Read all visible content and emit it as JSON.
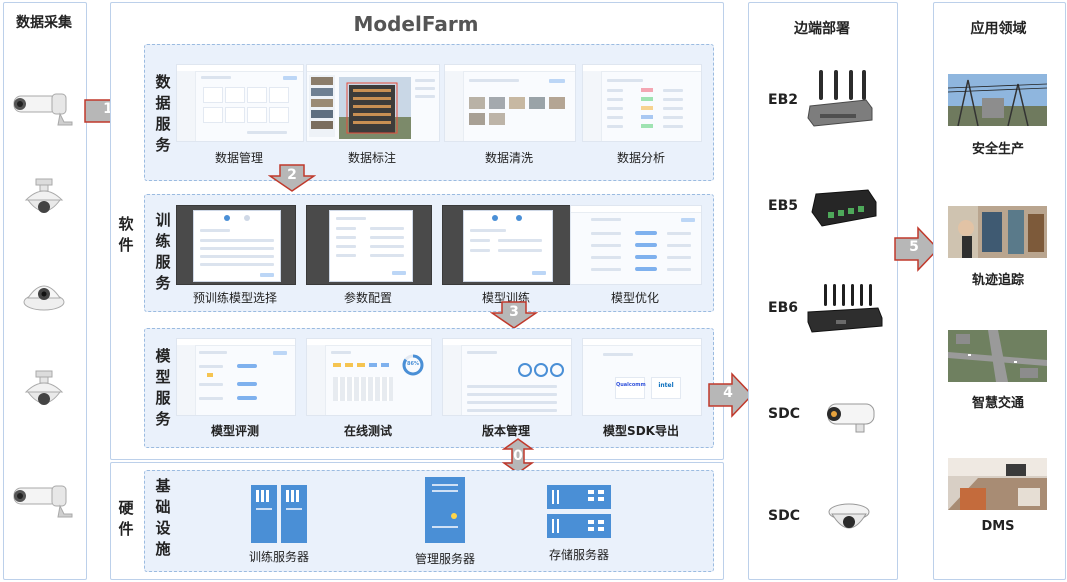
{
  "columns": {
    "data_collection": "数据采集",
    "edge_deploy": "边端部署",
    "application": "应用领域"
  },
  "platform": {
    "title": "ModelFarm",
    "software_label": "软件",
    "hardware_label": "硬件"
  },
  "sections": {
    "data_service": {
      "label": [
        "数",
        "据",
        "服",
        "务"
      ],
      "items": [
        "数据管理",
        "数据标注",
        "数据清洗",
        "数据分析"
      ]
    },
    "train_service": {
      "label": [
        "训",
        "练",
        "服",
        "务"
      ],
      "items": [
        "预训练模型选择",
        "参数配置",
        "模型训练",
        "模型优化"
      ]
    },
    "model_service": {
      "label": [
        "模",
        "型",
        "服",
        "务"
      ],
      "items": [
        "模型评测",
        "在线测试",
        "版本管理",
        "模型SDK导出"
      ]
    },
    "infra": {
      "label": [
        "基",
        "础",
        "设",
        "施"
      ],
      "items": [
        "训练服务器",
        "管理服务器",
        "存储服务器"
      ]
    }
  },
  "thumb_text": {
    "sdk_vendor_1": "Qualcomm",
    "sdk_vendor_2": "intel",
    "online_test_pct": "86%"
  },
  "arrows": [
    "1",
    "2",
    "3",
    "4",
    "5",
    "0"
  ],
  "edge_devices": [
    "EB2",
    "EB5",
    "EB6",
    "SDC",
    "SDC"
  ],
  "applications": [
    "安全生产",
    "轨迹追踪",
    "智慧交通",
    "DMS"
  ],
  "colors": {
    "arrow_fill": "#b7b7b7",
    "arrow_stroke": "#c0392b",
    "panel_border": "#bcd0ea",
    "section_fill": "#eaf1fb",
    "server_blue": "#4a8fd6"
  }
}
